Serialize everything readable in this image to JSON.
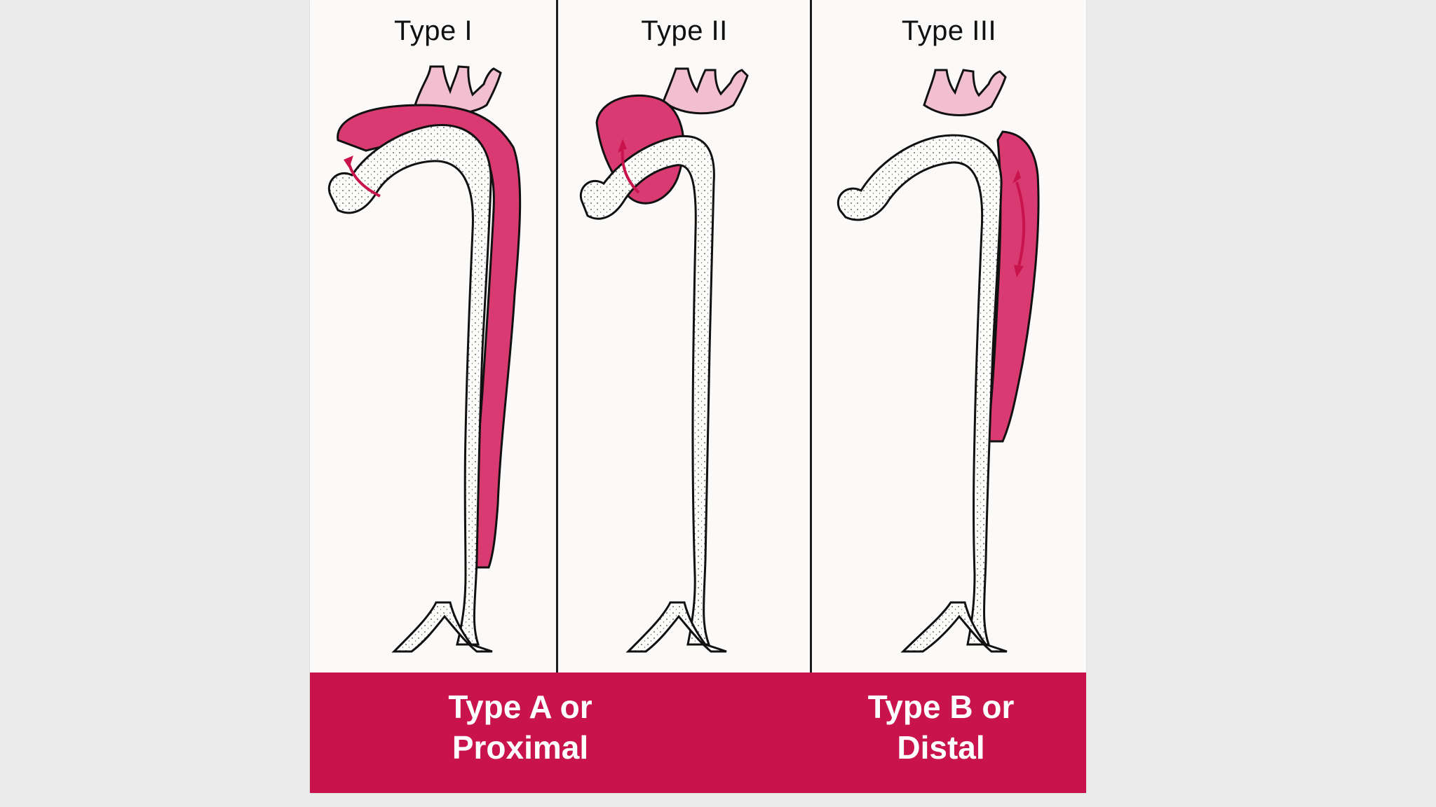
{
  "panels": [
    {
      "title": "Type I"
    },
    {
      "title": "Type II"
    },
    {
      "title": "Type III"
    }
  ],
  "categories": [
    {
      "line1": "Type A or",
      "line2": "Proximal"
    },
    {
      "line1": "Type B or",
      "line2": "Distal"
    }
  ],
  "colors": {
    "banner": "#c8134d",
    "false_lumen": "#d93a72",
    "branch_vessels": "#f2bfd0",
    "aorta_fill": "#fdfdfb",
    "outline": "#111111",
    "background": "#ececec"
  }
}
